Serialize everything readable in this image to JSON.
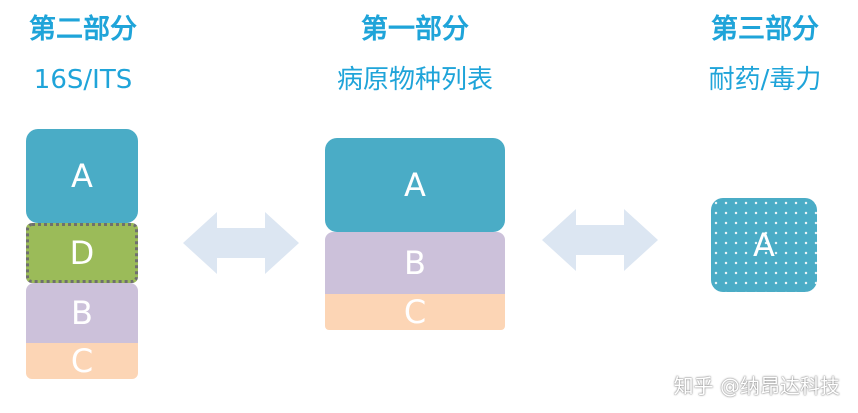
{
  "columns": [
    {
      "title": "第二部分",
      "subtitle": "16S/ITS"
    },
    {
      "title": "第一部分",
      "subtitle": "病原物种列表"
    },
    {
      "title": "第三部分",
      "subtitle": "耐药/毒力"
    }
  ],
  "blocks": {
    "left": [
      "A",
      "D",
      "B",
      "C"
    ],
    "middle": [
      "A",
      "B",
      "C"
    ],
    "right": [
      "A"
    ]
  },
  "colors": {
    "title": "#1fa4d9",
    "a": "#4aacc6",
    "b": "#ccc1da",
    "c": "#fcd5b5",
    "d": "#9bbb59",
    "arrow": "#dce6f2"
  },
  "watermark": "知乎 @纳昂达科技"
}
